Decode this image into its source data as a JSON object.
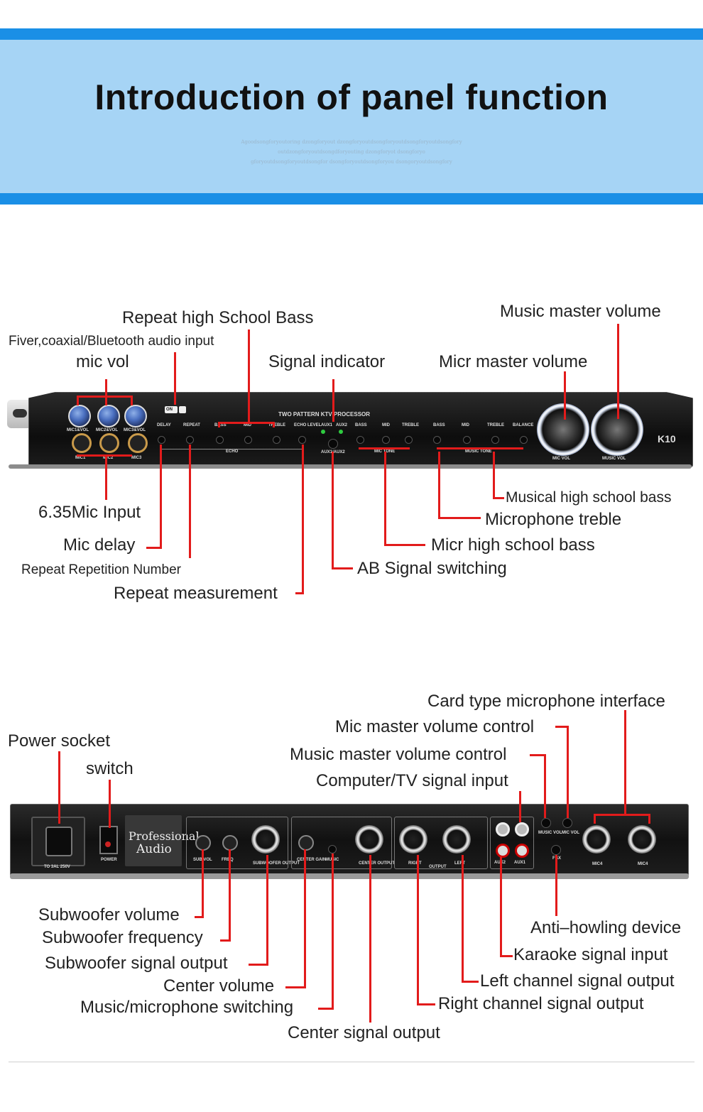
{
  "banner": {
    "title": "Introduction of panel function",
    "sub_lines": [
      "Agoodsongforyoutoring dzongforyout dzongforyoutdsongforyoutdsongforyoutdsongfory",
      "outdzongforyoutdsongdforyouting dzongforyot dsongforyo",
      "gforyoutdsongforyoutdsongfor dsongforyoutdsongforyou dsongoryoutdsongfory"
    ]
  },
  "front": {
    "device_title": "TWO PATTERN KTV PROCESSOR",
    "model": "K10",
    "knob_labels": [
      "MIC1&VOL",
      "MIC2&VOL",
      "MIC3&VOL"
    ],
    "jack_labels": [
      "MIC1",
      "MIC2",
      "MIC3"
    ],
    "on_label": "ON",
    "top_labels": [
      "DELAY",
      "REPEAT",
      "BASS",
      "MID",
      "TREBLE",
      "ECHO LEVEL",
      "AUX1",
      "AUX2",
      "BASS",
      "MID",
      "TREBLE",
      "BASS",
      "MID",
      "TREBLE",
      "BALANCE"
    ],
    "group_echo": "ECHO",
    "group_mic_tone": "MIC TONE",
    "group_music_tone": "MUSIC TONE",
    "aux_switch": "AUX1/AUX2",
    "vol_labels": [
      "MIC VOL",
      "MUSIC VOL"
    ],
    "callouts": {
      "repeat_bass": "Repeat high School Bass",
      "fiver": "Fiver,coaxial/Bluetooth audio input",
      "mic_vol": "mic vol",
      "signal_indicator": "Signal indicator",
      "music_master": "Music master volume",
      "micr_master": "Micr master volume",
      "musical_bass": "Musical high school bass",
      "mic_treble": "Microphone treble",
      "mic_input": "6.35Mic Input",
      "mic_delay": "Mic delay",
      "micr_bass": "Micr high school bass",
      "ab_switch": "AB Signal switching",
      "repeat_number": "Repeat Repetition Number",
      "repeat_measure": "Repeat measurement"
    }
  },
  "rear": {
    "brand_line1": "Professional",
    "brand_line2": "Audio",
    "small_labels": [
      "SUB VOL",
      "FREQ",
      "SUBWOOFER OUTPUT",
      "CENTER GAIN",
      "MUSIC",
      "CENTER OUTPUT",
      "RIGHT",
      "OUTPUT",
      "LEFT",
      "AUX2",
      "AUX1",
      "MUSIC VOL",
      "MIC VOL",
      "FBX",
      "MIC4",
      "MIC4"
    ],
    "power_label": "POWER",
    "voltage": "TO 3AL 250V",
    "callouts": {
      "card_mic": "Card type microphone interface",
      "mic_master_ctrl": "Mic master volume control",
      "power_socket": "Power socket",
      "music_master_ctrl": "Music master volume control",
      "switch": "switch",
      "computer_tv": "Computer/TV signal input",
      "sub_volume": "Subwoofer volume",
      "anti_howling": "Anti–howling device",
      "sub_freq": "Subwoofer frequency",
      "karaoke": "Karaoke signal input",
      "sub_output": "Subwoofer signal output",
      "center_volume": "Center volume",
      "left_output": "Left channel signal output",
      "right_output": "Right channel signal output",
      "music_mic_switch": "Music/microphone switching",
      "center_output": "Center signal output"
    }
  }
}
